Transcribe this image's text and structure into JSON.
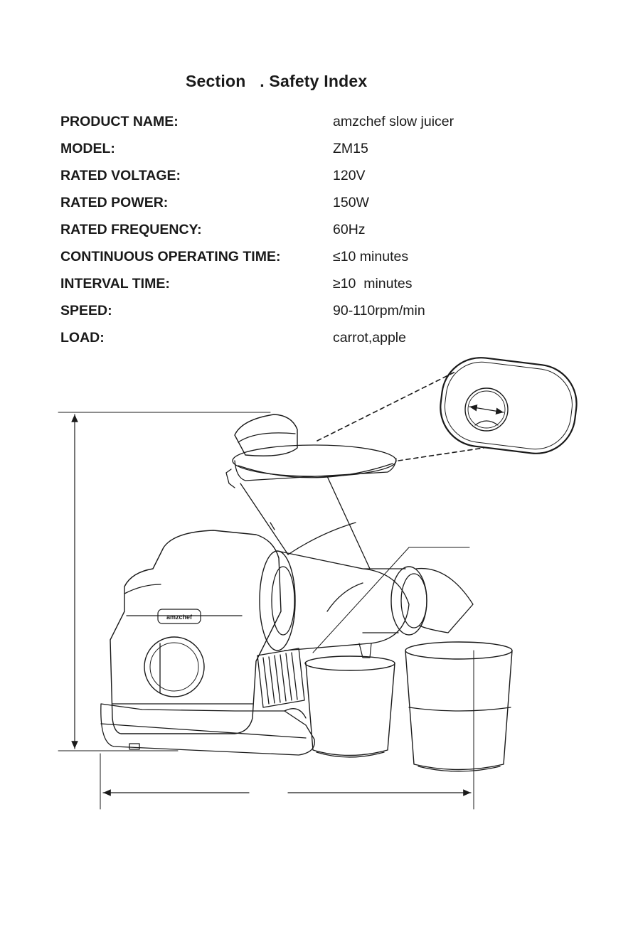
{
  "section": {
    "title": "Section   . Safety Index"
  },
  "specs": [
    {
      "label": "PRODUCT NAME:",
      "value": "amzchef slow juicer"
    },
    {
      "label": "MODEL:",
      "value": "ZM15"
    },
    {
      "label": "RATED VOLTAGE:",
      "value": "120V"
    },
    {
      "label": "RATED POWER:",
      "value": "150W"
    },
    {
      "label": "RATED FREQUENCY:",
      "value": "60Hz"
    },
    {
      "label": "CONTINUOUS OPERATING TIME:",
      "value": "≤10 minutes"
    },
    {
      "label": "INTERVAL TIME:",
      "value": "≥10  minutes"
    },
    {
      "label": "SPEED:",
      "value": "90-110rpm/min"
    },
    {
      "label": "LOAD:",
      "value": "carrot,apple"
    }
  ],
  "illustration": {
    "brand_badge": "amzchef",
    "icon": "slow-juicer-line-drawing"
  }
}
